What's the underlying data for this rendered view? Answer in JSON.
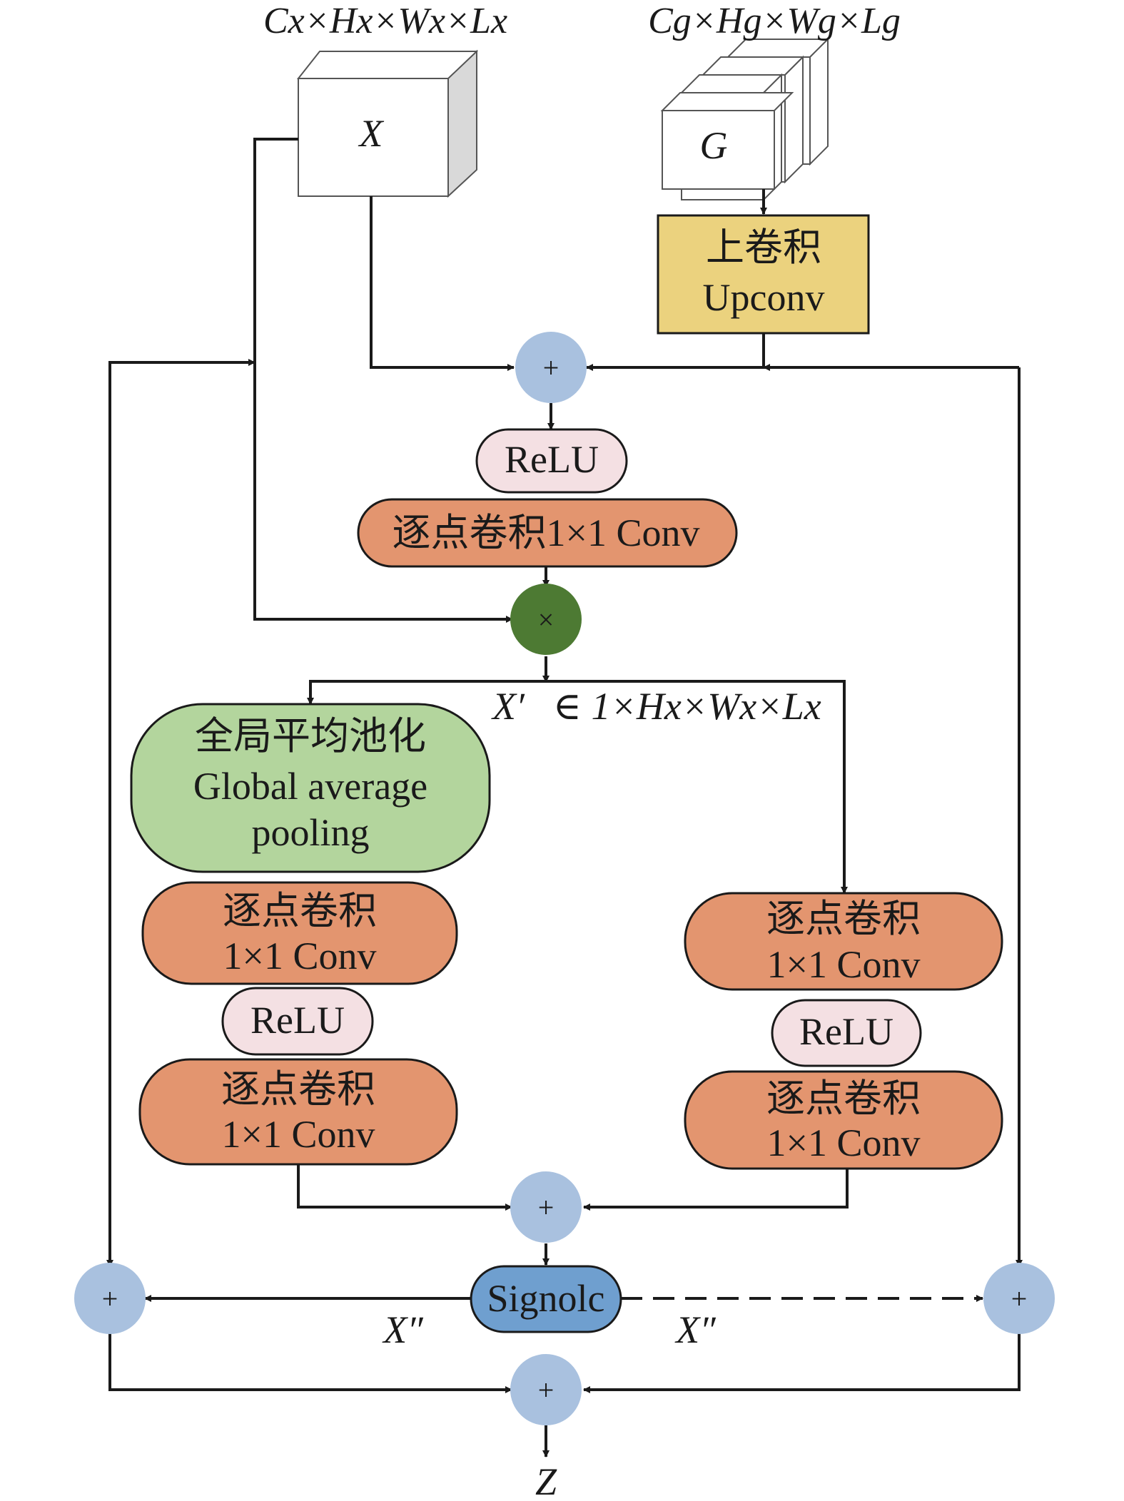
{
  "inputs": {
    "x": {
      "dims": "Cx×Hx×Wx×Lx",
      "label": "X"
    },
    "g": {
      "dims": "Cg×Hg×Wg×Lg",
      "label": "G"
    }
  },
  "upconv": {
    "line1": "上卷积",
    "line2": "Upconv"
  },
  "ops": {
    "plus": "+",
    "times": "×"
  },
  "relu": "ReLU",
  "pointwise_conv_inline": "逐点卷积1×1 Conv",
  "xprime": {
    "var": "X′",
    "set": "∈ 1×Hx×Wx×Lx"
  },
  "gap": {
    "line1": "全局平均池化",
    "line2": "Global average",
    "line3": "pooling"
  },
  "pointwise_conv": {
    "line1": "逐点卷积",
    "line2": "1×1 Conv"
  },
  "sigmoid": "Signolc",
  "xdoubleprime": "X″",
  "output": "Z",
  "colors": {
    "upconv_fill": "#ebd27e",
    "relu_fill": "#f4e0e3",
    "conv_fill": "#e3956f",
    "gap_fill": "#b3d59d",
    "add_node_fill": "#a9c1df",
    "mult_node_fill": "#4d7a33",
    "sigmoid_fill": "#6f9fcf",
    "line_color": "#1a1a1a"
  }
}
